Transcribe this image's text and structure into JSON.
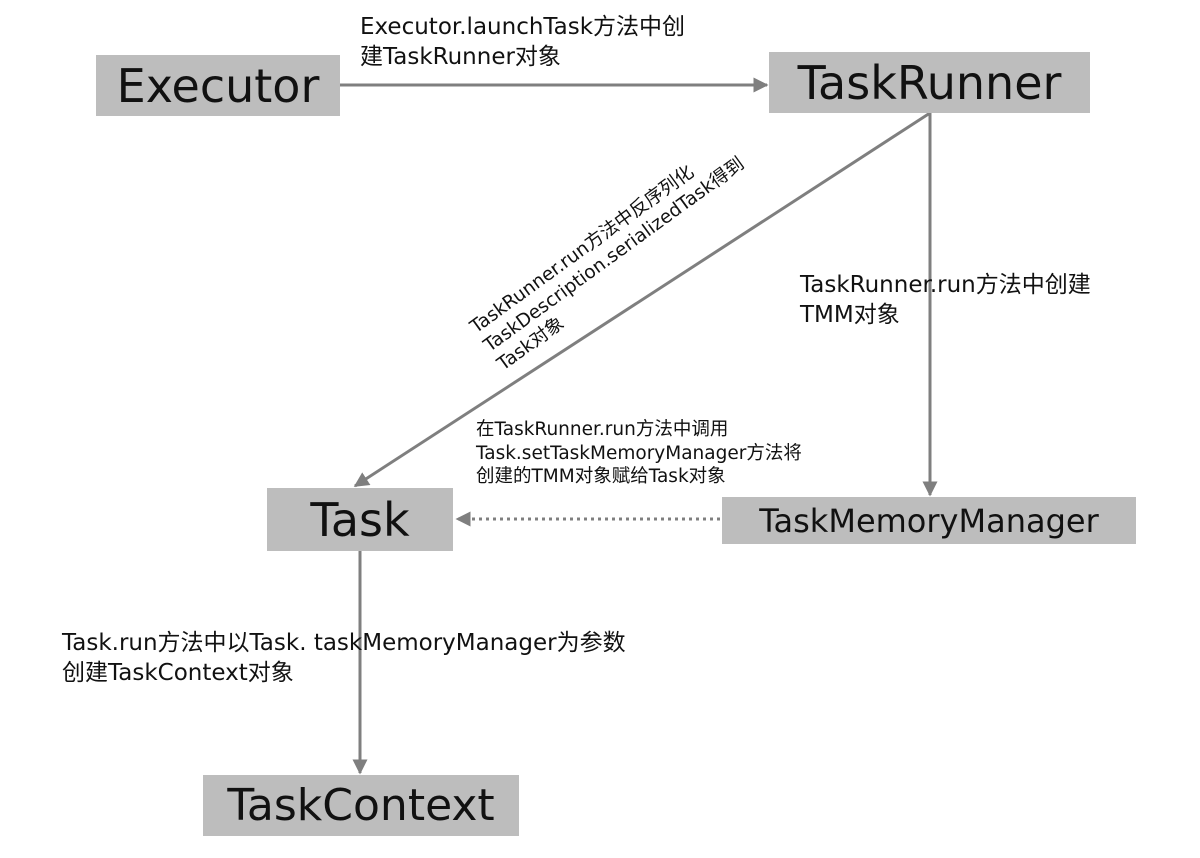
{
  "nodes": {
    "executor": "Executor",
    "taskrunner": "TaskRunner",
    "task": "Task",
    "tmm": "TaskMemoryManager",
    "taskcontext": "TaskContext"
  },
  "labels": {
    "launch": "Executor.launchTask方法中创\n建TaskRunner对象",
    "deserialize": "TaskRunner.run方法中反序列化\nTaskDescription.serializedTask得到\nTask对象",
    "create_tmm": "TaskRunner.run方法中创建\nTMM对象",
    "set_tmm": "在TaskRunner.run方法中调用\nTask.setTaskMemoryManager方法将\n创建的TMM对象赋给Task对象",
    "create_context": "Task.run方法中以Task. taskMemoryManager为参数\n创建TaskContext对象"
  },
  "colors": {
    "node_fill": "#bdbdbd",
    "edge": "#7f7f7f",
    "text": "#111111"
  }
}
